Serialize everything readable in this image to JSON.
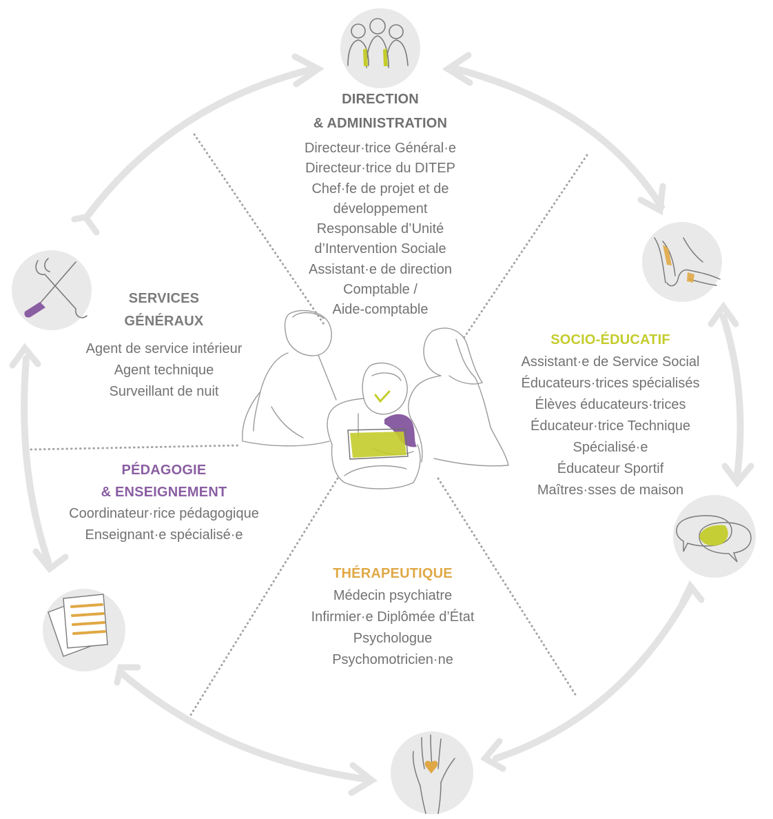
{
  "colors": {
    "direction": "#707070",
    "services": "#7b7b7b",
    "socio": "#c4cc2c",
    "pedagogie": "#8a5ea2",
    "therapeutique": "#e0a845",
    "icon_bg": "#e9e9e9",
    "arrow": "#e3e3e3",
    "dots": "#a4a4a4"
  },
  "icons": [
    "team-icon",
    "hands-icon",
    "speech-bubbles-icon",
    "hand-heart-icon",
    "documents-icon",
    "tools-icon"
  ],
  "sections": {
    "direction": {
      "title_line1": "DIRECTION",
      "title_line2": "& ADMINISTRATION",
      "items": [
        "Directeur·trice Général·e",
        "Directeur·trice du DITEP",
        "Chef·fe de projet et de",
        "développement",
        "Responsable d’Unité",
        "d’Intervention Sociale",
        "Assistant·e de direction",
        "Comptable /",
        "Aide-comptable"
      ]
    },
    "services": {
      "title_line1": "SERVICES",
      "title_line2": "GÉNÉRAUX",
      "items": [
        "Agent de service intérieur",
        "Agent technique",
        "Surveillant de nuit"
      ]
    },
    "socio": {
      "title": "SOCIO-ÉDUCATIF",
      "items": [
        "Assistant·e de Service Social",
        "Éducateurs·trices spécialisés",
        "Élèves éducateurs·trices",
        "Éducateur·trice Technique",
        "Spécialisé·e",
        "Éducateur Sportif",
        "Maîtres·sses de maison"
      ]
    },
    "pedagogie": {
      "title_line1": "PÉDAGOGIE",
      "title_line2": "& ENSEIGNEMENT",
      "items": [
        "Coordinateur·rice pédagogique",
        "Enseignant·e spécialisé·e"
      ]
    },
    "therapeutique": {
      "title": "THÉRAPEUTIQUE",
      "items": [
        "Médecin psychiatre",
        "Infirmier·e Diplômée d’État",
        "Psychologue",
        "Psychomotricien·ne"
      ]
    }
  }
}
